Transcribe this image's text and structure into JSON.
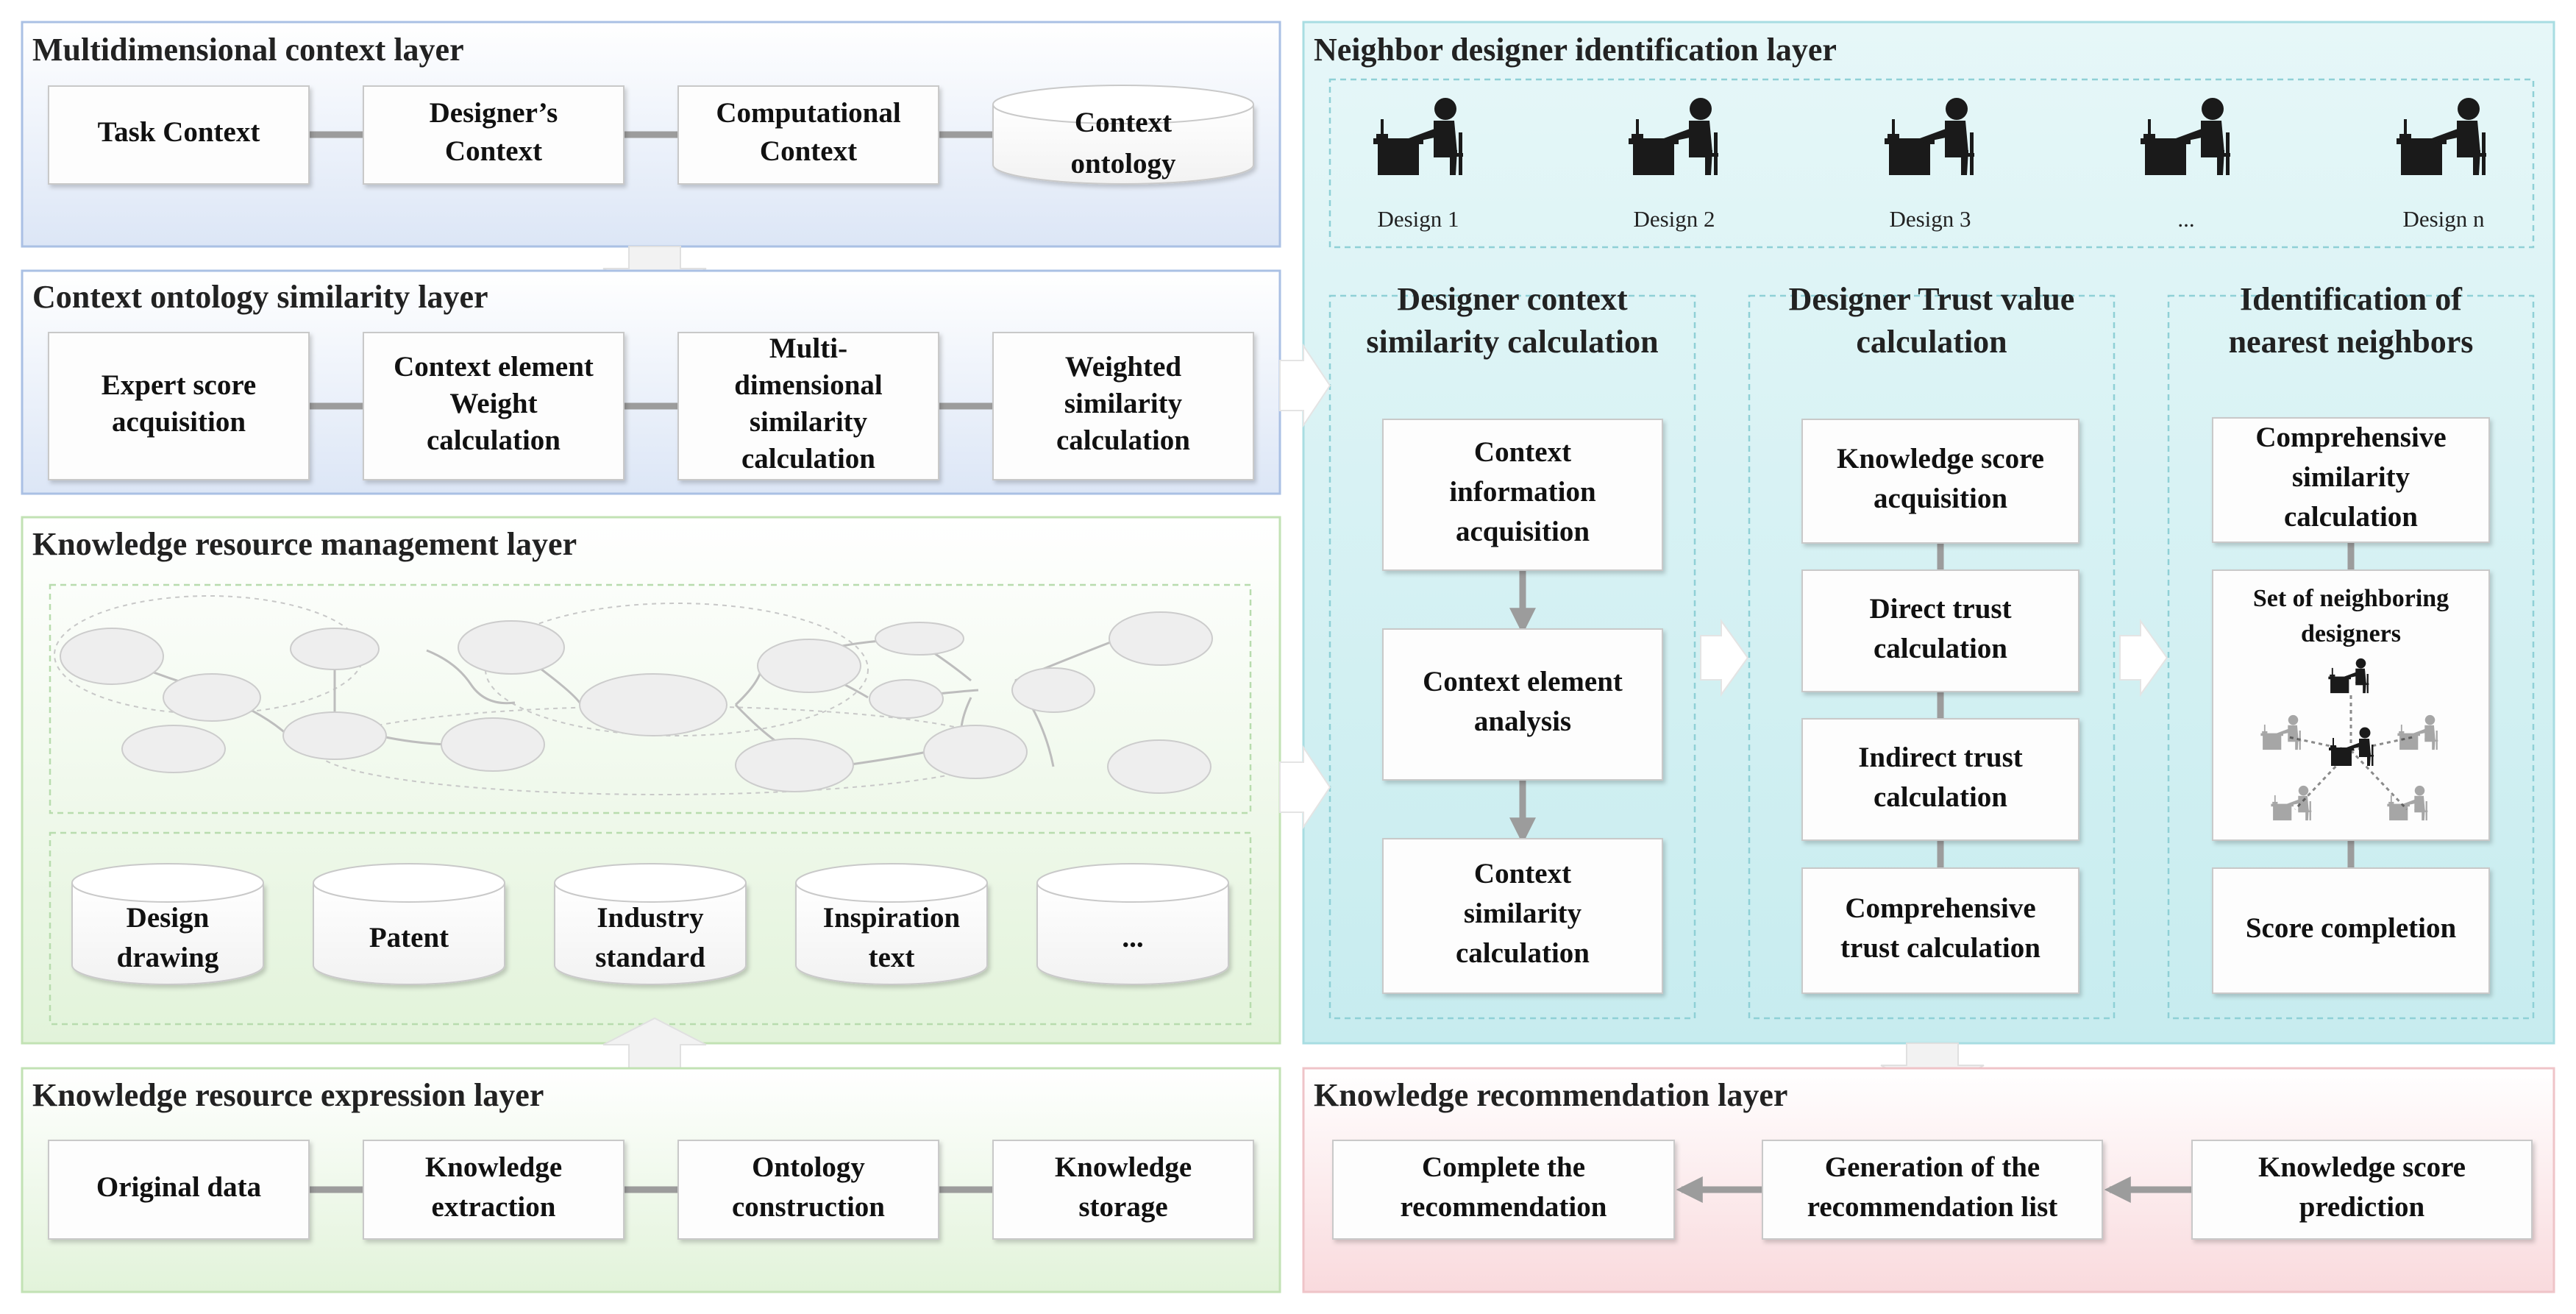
{
  "layers": {
    "multidimensional": {
      "title": "Multidimensional context layer",
      "boxes": [
        [
          "Task Context"
        ],
        [
          "Designer’s",
          "Context"
        ],
        [
          "Computational",
          "Context"
        ],
        [
          "Context",
          "ontology"
        ]
      ]
    },
    "similarity": {
      "title": "Context ontology similarity layer",
      "boxes": [
        [
          "Expert score",
          "acquisition"
        ],
        [
          "Context element",
          "Weight",
          "calculation"
        ],
        [
          "Multi-",
          "dimensional",
          "similarity",
          "calculation"
        ],
        [
          "Weighted",
          "similarity",
          "calculation"
        ]
      ]
    },
    "management": {
      "title": "Knowledge resource management layer",
      "cylinders": [
        [
          "Design",
          "drawing"
        ],
        [
          "Patent"
        ],
        [
          "Industry",
          "standard"
        ],
        [
          "Inspiration",
          "text"
        ],
        [
          "..."
        ]
      ]
    },
    "expression": {
      "title": "Knowledge resource expression layer",
      "boxes": [
        [
          "Original data"
        ],
        [
          "Knowledge",
          "extraction"
        ],
        [
          "Ontology",
          "construction"
        ],
        [
          "Knowledge",
          "storage"
        ]
      ]
    },
    "neighbor": {
      "title": "Neighbor designer identification layer",
      "designers": [
        "Design 1",
        "Design 2",
        "Design 3",
        "...",
        "Design n"
      ],
      "columns": [
        {
          "heading": [
            "Designer context",
            "similarity calculation"
          ],
          "boxes": [
            [
              "Context",
              "information",
              "acquisition"
            ],
            [
              "Context  element",
              "analysis"
            ],
            [
              "Context",
              "similarity",
              "calculation"
            ]
          ]
        },
        {
          "heading": [
            "Designer Trust value",
            "calculation"
          ],
          "boxes": [
            [
              "Knowledge score",
              "acquisition"
            ],
            [
              "Direct trust",
              "calculation"
            ],
            [
              "Indirect trust",
              "calculation"
            ],
            [
              "Comprehensive",
              "trust calculation"
            ]
          ]
        },
        {
          "heading": [
            "Identification of",
            "nearest neighbors"
          ],
          "boxes": [
            [
              "Comprehensive",
              "similarity",
              "calculation"
            ],
            [
              "Set of neighboring",
              "designers"
            ],
            [
              "Score completion"
            ]
          ]
        }
      ]
    },
    "recommendation": {
      "title": "Knowledge recommendation layer",
      "boxes": [
        [
          "Complete the",
          "recommendation"
        ],
        [
          "Generation of the",
          "recommendation list"
        ],
        [
          "Knowledge score",
          "prediction"
        ]
      ]
    }
  },
  "colors": {
    "blue_layer": "#e3ebf8",
    "green_layer": "#e9f6e3",
    "teal_layer": "#d5f0f2",
    "pink_layer": "#fbe4e6",
    "connector": "#9c9c9c",
    "designer_icon": "#1a1a1a",
    "network_node": "#eeeeee"
  }
}
